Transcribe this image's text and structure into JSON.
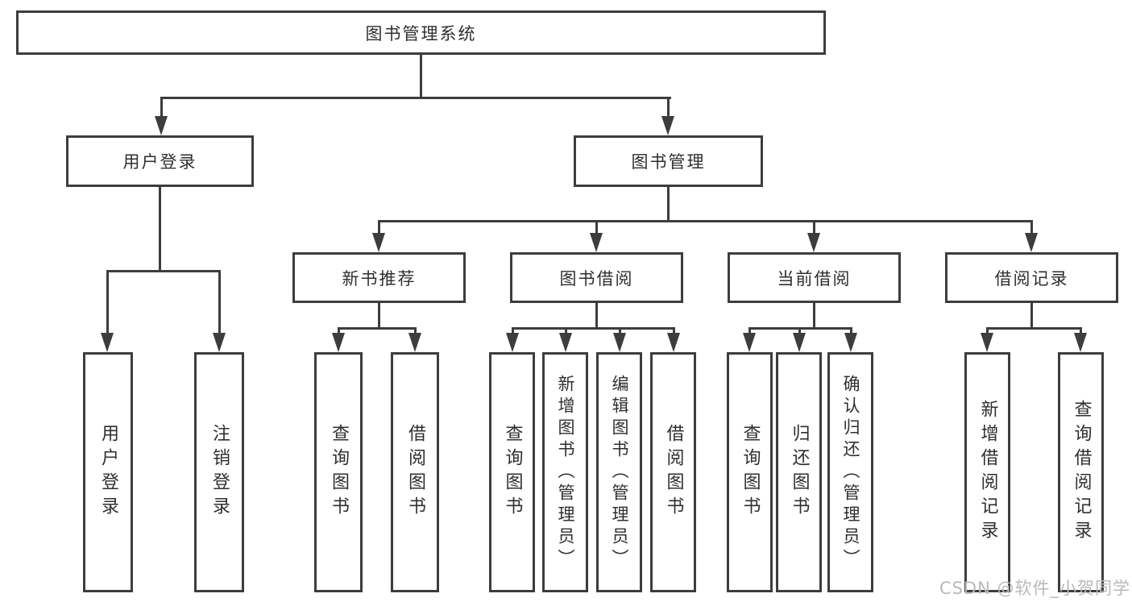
{
  "diagram": {
    "tree": {
      "root": {
        "label": "图书管理系统"
      },
      "branches": [
        {
          "label": "用户登录",
          "children": [
            {
              "label": "用户登录"
            },
            {
              "label": "注销登录"
            }
          ]
        },
        {
          "label": "图书管理",
          "children": [
            {
              "label": "新书推荐",
              "children": [
                {
                  "label": "查询图书"
                },
                {
                  "label": "借阅图书"
                }
              ]
            },
            {
              "label": "图书借阅",
              "children": [
                {
                  "label": "查询图书"
                },
                {
                  "label": "新增图书（管理员）"
                },
                {
                  "label": "编辑图书（管理员）"
                },
                {
                  "label": "借阅图书"
                }
              ]
            },
            {
              "label": "当前借阅",
              "children": [
                {
                  "label": "查询图书"
                },
                {
                  "label": "归还图书"
                },
                {
                  "label": "确认归还（管理员）"
                }
              ]
            },
            {
              "label": "借阅记录",
              "children": [
                {
                  "label": "新增借阅记录"
                },
                {
                  "label": "查询借阅记录"
                }
              ]
            }
          ]
        }
      ]
    },
    "colors": {
      "box_border": "#3d3d3d",
      "line": "#3d3d3d",
      "text": "#2f2f2f",
      "background": "#ffffff",
      "watermark": "#b9b9b9"
    }
  },
  "watermark": {
    "text": "CSDN @软件_小贺同学"
  }
}
